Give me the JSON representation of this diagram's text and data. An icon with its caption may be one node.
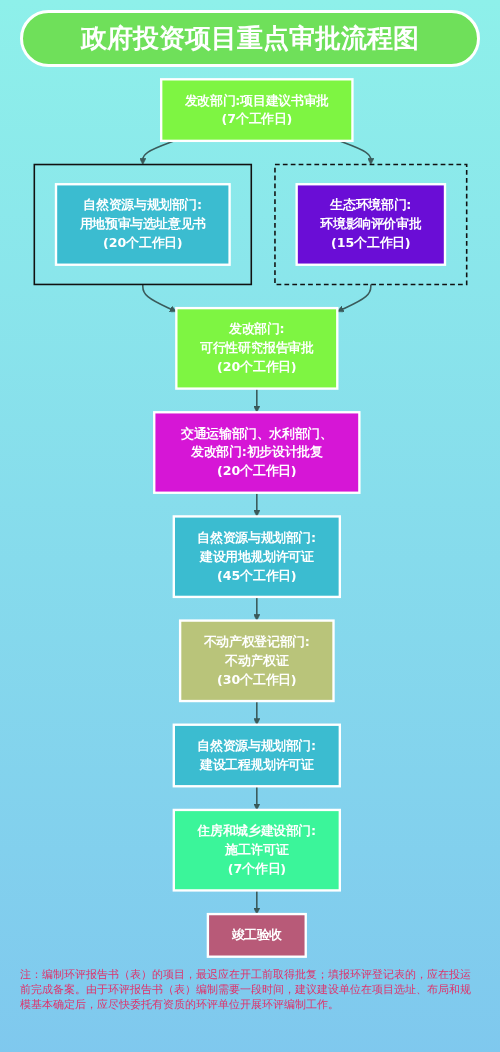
{
  "diagram": {
    "title": "政府投资项目重点审批流程图",
    "nodes": [
      {
        "text": [
          "发改部门:项目建议书审批",
          "(7个工作日)"
        ]
      },
      {
        "text": [],
        "shape": "box"
      },
      {
        "text": [
          "自然资源与规划部门:",
          "用地预审与选址意见书",
          "(20个工作日)"
        ],
        "in": 1
      },
      {
        "text": [],
        "shape": "box"
      },
      {
        "text": [
          "生态环境部门:",
          "环境影响评价审批",
          "(15个工作日)"
        ],
        "in": 3
      },
      {
        "text": [
          "发改部门:",
          "可行性研究报告审批",
          "(20个工作日)"
        ]
      },
      {
        "text": [
          "交通运输部门、水利部门、发改部门:初步设计批复",
          "(20个工作日)"
        ]
      },
      {
        "text": [
          "自然资源与规划部门:",
          "建设用地规划许可证",
          "(45个工作日)"
        ]
      },
      {
        "text": [
          "不动产权登记部门:",
          "不动产权证",
          "(30个工作日)"
        ]
      },
      {
        "text": [
          "自然资源与规划部门:",
          "建设工程规划许可证"
        ]
      },
      {
        "text": [
          "住房和城乡建设部门:",
          "施工许可证",
          "(7个作日)"
        ]
      },
      {
        "text": [
          "竣工验收"
        ]
      }
    ],
    "edges": [
      {
        "from": 0,
        "to": 1,
        "arrow": "to"
      },
      {
        "from": 0,
        "to": 3,
        "arrow": "to"
      },
      {
        "from": 1,
        "to": 5,
        "arrow": "to"
      },
      {
        "from": 3,
        "to": 5,
        "arrow": "to"
      },
      {
        "from": 5,
        "to": 6,
        "arrow": "to"
      },
      {
        "from": 6,
        "to": 7,
        "arrow": "to"
      },
      {
        "from": 7,
        "to": 8,
        "arrow": "to"
      },
      {
        "from": 8,
        "to": 9,
        "arrow": "to"
      },
      {
        "from": 9,
        "to": 10,
        "arrow": "to"
      },
      {
        "from": 10,
        "to": 11,
        "arrow": "to"
      }
    ],
    "labels": [
      "注：编制环评报告书（表）的项目，最迟应在开工前取得批复；填报环评登记表的，应在投运前完成备案。由于环评报告书（表）编制需要一段时间，建议建设单位在项目选址、布局和规模基本确定后，应尽快委托有资质的环评单位开展环评编制工作。"
    ]
  }
}
